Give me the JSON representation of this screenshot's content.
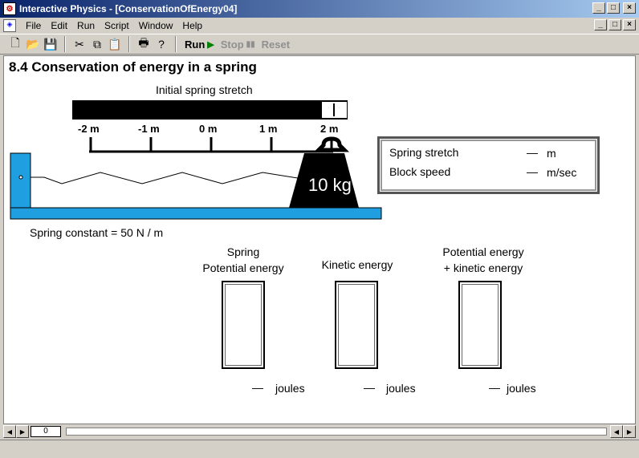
{
  "window": {
    "title": "Interactive Physics - [ConservationOfEnergy04]",
    "minimize": "_",
    "maximize": "□",
    "close": "×"
  },
  "menu": {
    "items": [
      {
        "label": "File"
      },
      {
        "label": "Edit"
      },
      {
        "label": "Run"
      },
      {
        "label": "Script"
      },
      {
        "label": "Window"
      },
      {
        "label": "Help"
      }
    ]
  },
  "toolbar": {
    "run_label": "Run",
    "stop_label": "Stop",
    "reset_label": "Reset"
  },
  "sim": {
    "heading": "8.4 Conservation of energy in a spring",
    "slider_label": "Initial spring stretch",
    "slider_value": 2,
    "ticks": [
      "-2 m",
      "-1 m",
      "0 m",
      "1 m",
      "2 m"
    ],
    "mass_label": "10 kg",
    "spring_constant": "Spring constant = 50 N / m",
    "readout": {
      "stretch_label": "Spring stretch",
      "stretch_value": "—",
      "stretch_unit": "m",
      "speed_label": "Block speed",
      "speed_value": "—",
      "speed_unit": "m/sec"
    },
    "bars": [
      {
        "line1": "Spring",
        "line2": "Potential energy",
        "value": "—",
        "unit": "joules"
      },
      {
        "line1": "Kinetic energy",
        "line2": "",
        "value": "—",
        "unit": "joules"
      },
      {
        "line1": "Potential energy",
        "line2": "+ kinetic energy",
        "value": "—",
        "unit": "joules"
      }
    ]
  },
  "frame": {
    "counter": "0"
  },
  "colors": {
    "wall": "#1f9ee0",
    "floor": "#1f9ee0",
    "mass": "#000000",
    "run_arrow": "#008000"
  }
}
